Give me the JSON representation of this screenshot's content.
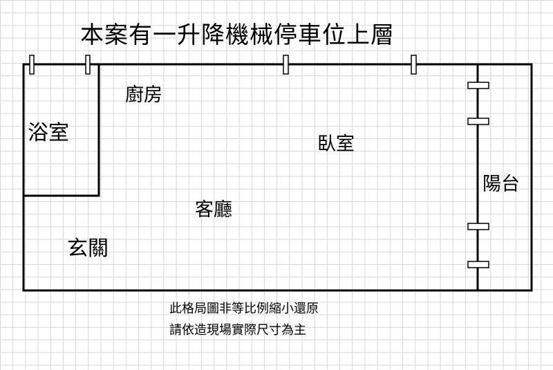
{
  "title": "本案有一升降機械停車位上層",
  "rooms": {
    "bathroom": "浴室",
    "kitchen": "廚房",
    "bedroom": "臥室",
    "living_room": "客廳",
    "entrance": "玄關",
    "balcony": "陽台"
  },
  "notes": {
    "line1": "此格局圖非等比例縮小還原",
    "line2": "請依造現場實際尺寸為主"
  },
  "colors": {
    "wall": "#000000",
    "grid": "#d6d6d6",
    "background": "#ffffff"
  }
}
